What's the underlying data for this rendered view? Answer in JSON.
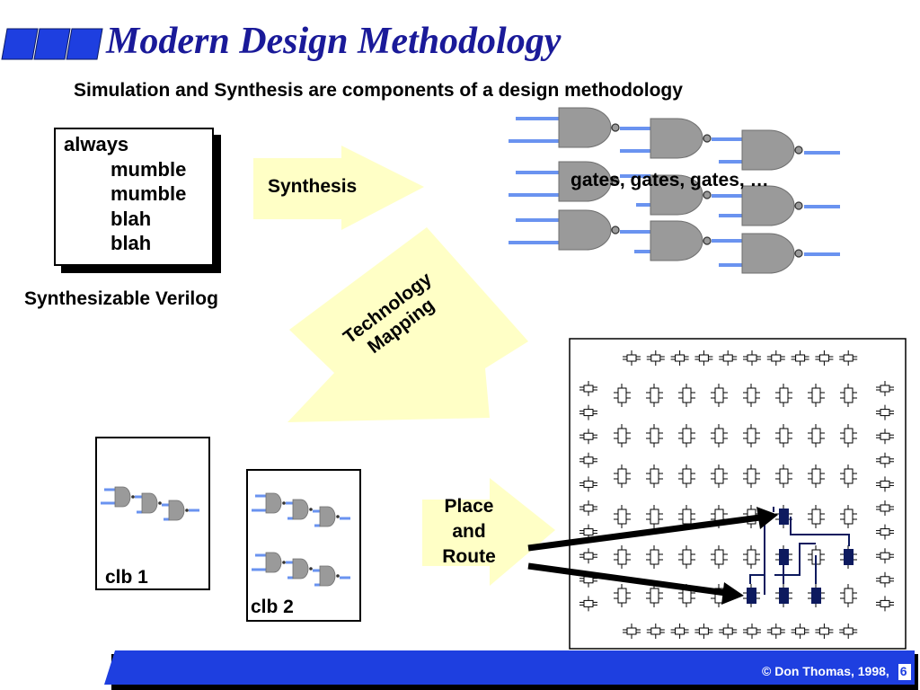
{
  "slide": {
    "title": "Modern Design Methodology",
    "subtitle": "Simulation and Synthesis are components of a design methodology"
  },
  "verilog_code": {
    "lines": [
      "always",
      "mumble",
      "mumble",
      "blah",
      "blah"
    ],
    "caption": "Synthesizable Verilog"
  },
  "arrows": {
    "synthesis": "Synthesis",
    "technology_mapping": [
      "Technology",
      "Mapping"
    ],
    "place_and_route": [
      "Place",
      "and",
      "Route"
    ]
  },
  "gates_caption": "gates, gates, gates, …",
  "clbs": {
    "clb1": "clb 1",
    "clb2": "clb 2"
  },
  "footer": {
    "copyright": "© Don Thomas, 1998,",
    "page_number": "6"
  },
  "colors": {
    "title": "#1a1a99",
    "accent_blue": "#1e3fe0",
    "wire_blue": "#6a93f0",
    "gate_gray": "#999999",
    "arrow_fill": "#ffffc6",
    "placed_cell": "#0d1a5e"
  }
}
